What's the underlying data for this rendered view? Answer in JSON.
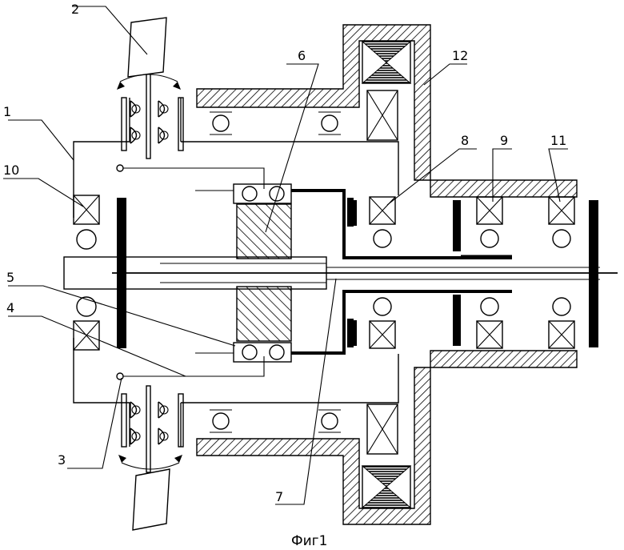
{
  "caption": "Фиг1",
  "labels": {
    "l1": "1",
    "l2": "2",
    "l3": "3",
    "l4": "4",
    "l5": "5",
    "l6": "6",
    "l7": "7",
    "l8": "8",
    "l9": "9",
    "l10": "10",
    "l11": "11",
    "l12": "12"
  },
  "colors": {
    "ink": "#000000",
    "background": "#ffffff"
  }
}
